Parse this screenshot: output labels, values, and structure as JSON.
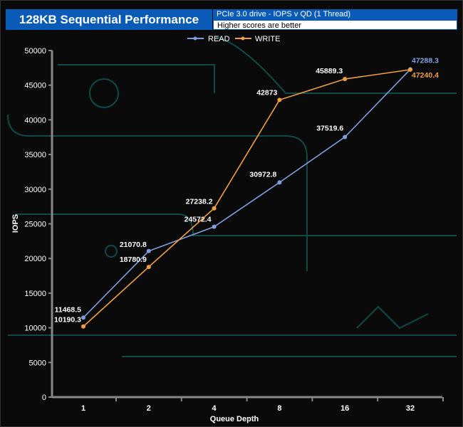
{
  "header": {
    "title": "128KB Sequential Performance",
    "subtitle": "PCIe 3.0 drive - IOPS v QD (1 Thread)",
    "note": "Higher scores are better"
  },
  "chart_data": {
    "type": "line",
    "title": "128KB Sequential Performance",
    "xlabel": "Queue Depth",
    "ylabel": "IOPS",
    "categories": [
      "1",
      "2",
      "4",
      "8",
      "16",
      "32"
    ],
    "ylim": [
      0,
      50000
    ],
    "yticks": [
      0,
      5000,
      10000,
      15000,
      20000,
      25000,
      30000,
      35000,
      40000,
      45000,
      50000
    ],
    "legend": "top",
    "series": [
      {
        "name": "READ",
        "color": "#7f9fdc",
        "values": [
          11468.5,
          21070.8,
          24572.4,
          30972.8,
          37519.6,
          47288.3
        ],
        "labels": [
          "11468.5",
          "21070.8",
          "24572.4",
          "30972.8",
          "37519.6",
          "47288.3"
        ]
      },
      {
        "name": "WRITE",
        "color": "#f0a040",
        "values": [
          10190.3,
          18780.9,
          27238.2,
          42873,
          45889.3,
          47240.4
        ],
        "labels": [
          "10190.3",
          "18780.9",
          "27238.2",
          "42873",
          "45889.3",
          "47240.4"
        ]
      }
    ]
  }
}
